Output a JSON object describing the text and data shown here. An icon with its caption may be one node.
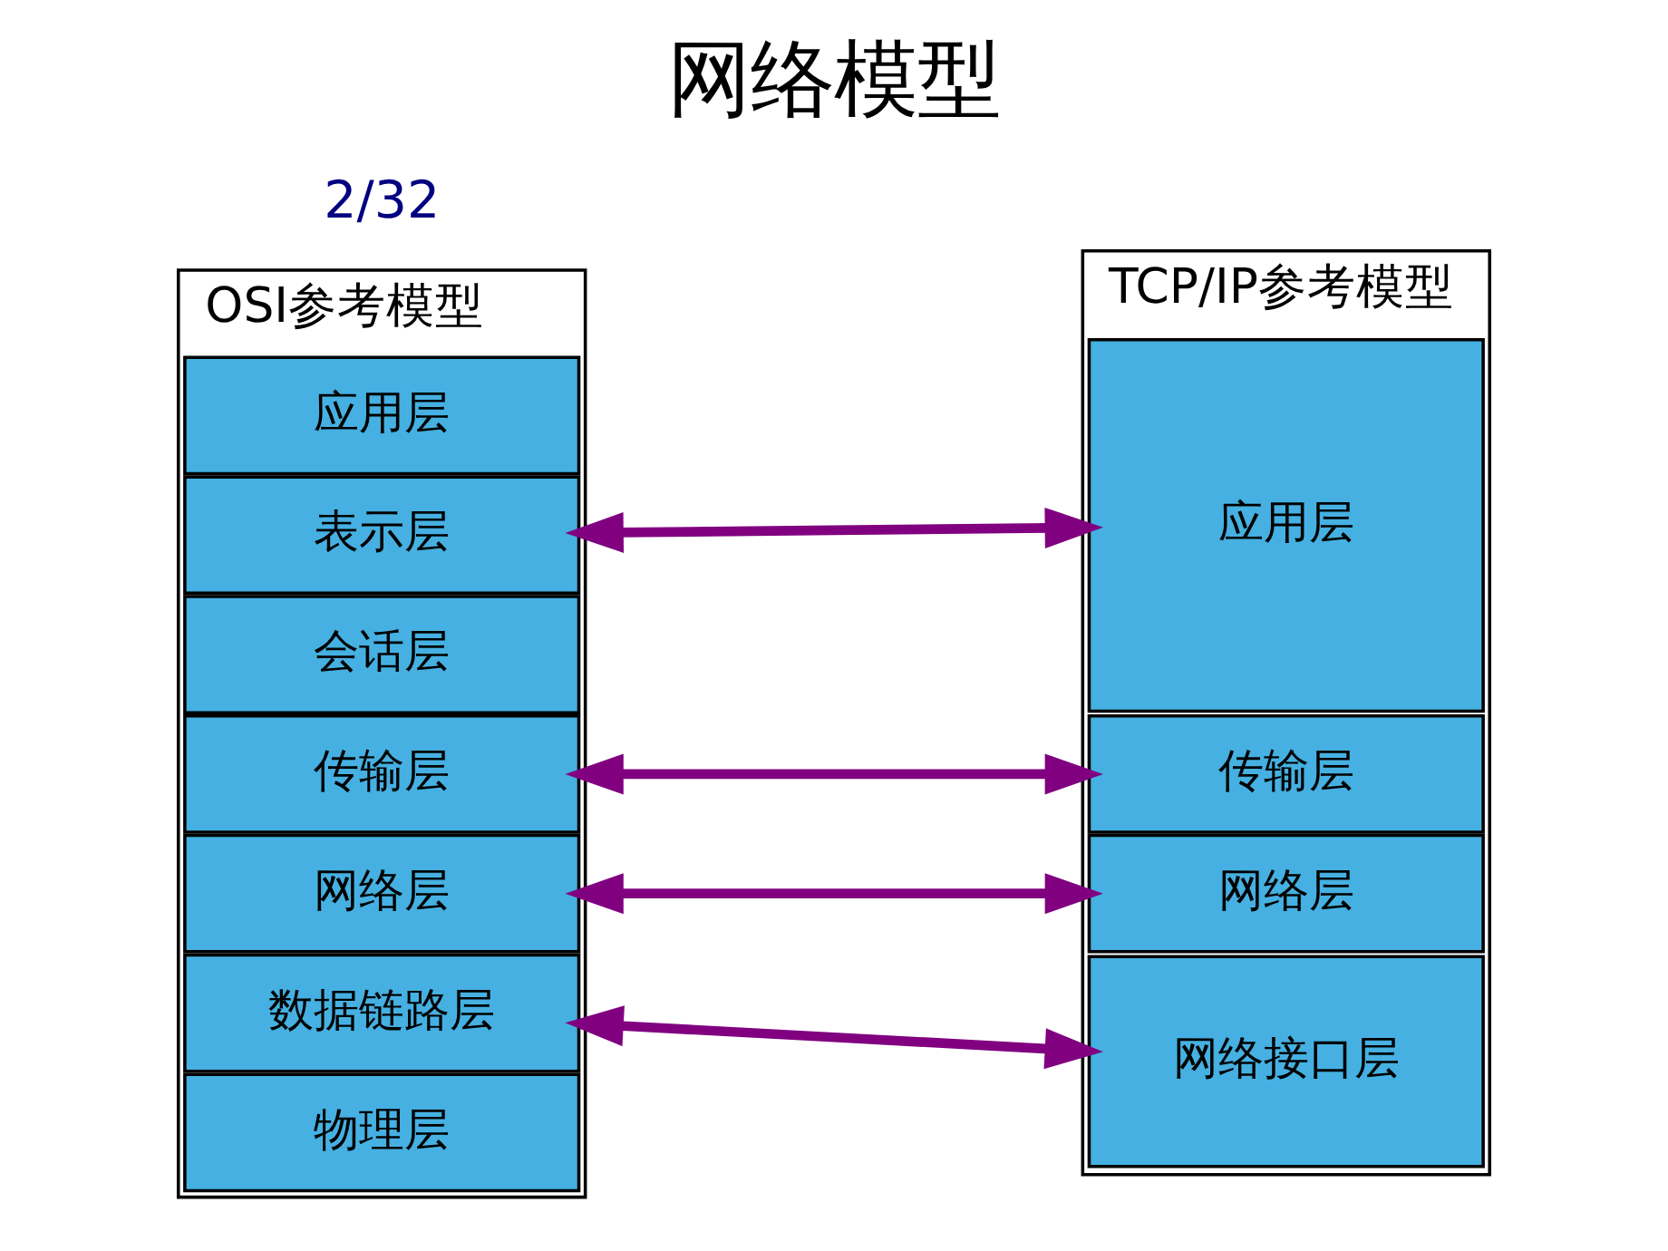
{
  "diagram": {
    "title": "网络模型",
    "nodes": [
      {
        "text": [
          "OSI参考模型"
        ]
      },
      {
        "text": [
          "应用层"
        ],
        "in": 0
      },
      {
        "text": [
          "表示层"
        ],
        "in": 0
      },
      {
        "text": [
          "会话层"
        ],
        "in": 0
      },
      {
        "text": [
          "传输层"
        ],
        "in": 0
      },
      {
        "text": [
          "网络层"
        ],
        "in": 0
      },
      {
        "text": [
          "数据链路层"
        ],
        "in": 0
      },
      {
        "text": [
          "物理层"
        ],
        "in": 0
      },
      {
        "text": [
          "TCP/IP参考模型"
        ]
      },
      {
        "text": [
          "应用层"
        ],
        "in": 8
      },
      {
        "text": [
          "传输层"
        ],
        "in": 8
      },
      {
        "text": [
          "网络层"
        ],
        "in": 8
      },
      {
        "text": [
          "网络接口层"
        ],
        "in": 8
      }
    ],
    "edges": [
      {
        "from": 2,
        "to": 9,
        "arrow": "both"
      },
      {
        "from": 4,
        "to": 10,
        "arrow": "both"
      },
      {
        "from": 5,
        "to": 11,
        "arrow": "both"
      },
      {
        "from": 6,
        "to": 12,
        "arrow": "both"
      }
    ],
    "labels": [
      "2/32"
    ]
  }
}
